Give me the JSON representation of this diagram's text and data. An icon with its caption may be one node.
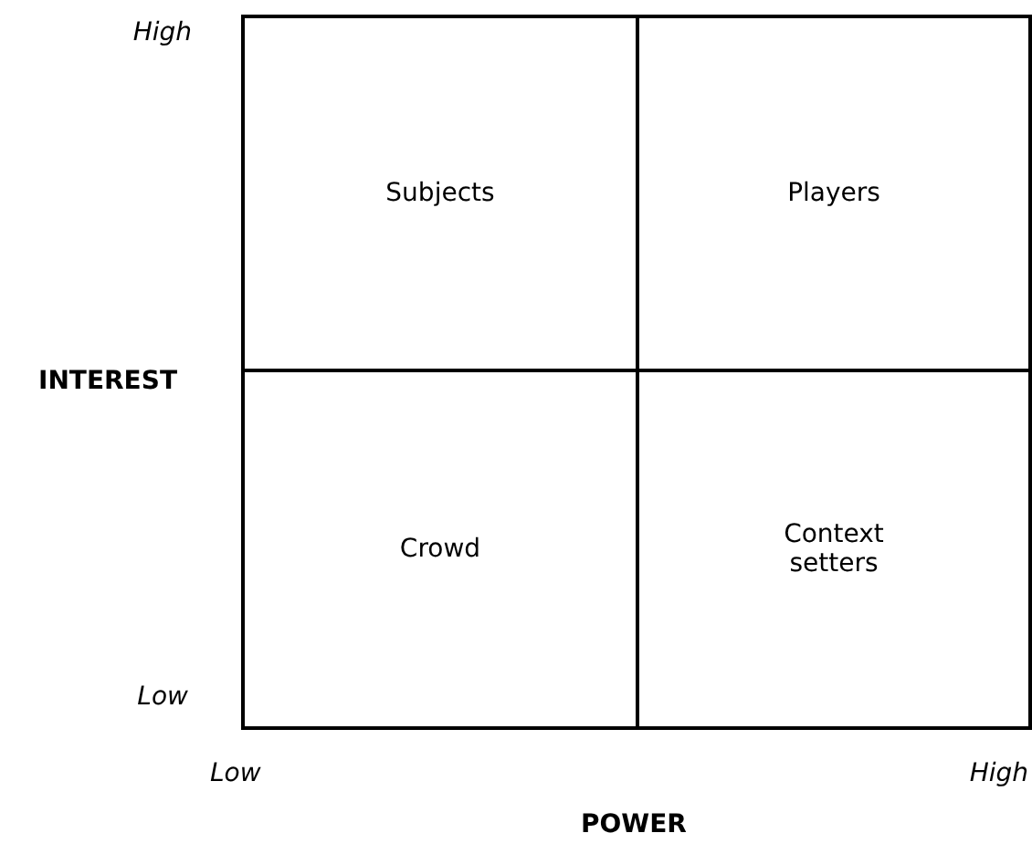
{
  "diagram": {
    "nodes": [
      {
        "text": [
          "Subjects"
        ]
      },
      {
        "text": [
          "Players"
        ]
      },
      {
        "text": [
          "Crowd"
        ]
      },
      {
        "text": [
          "Context setters"
        ]
      }
    ],
    "edges": [],
    "labels": [
      "High",
      "INTEREST",
      "Low",
      "Low",
      "High",
      "POWER"
    ]
  }
}
